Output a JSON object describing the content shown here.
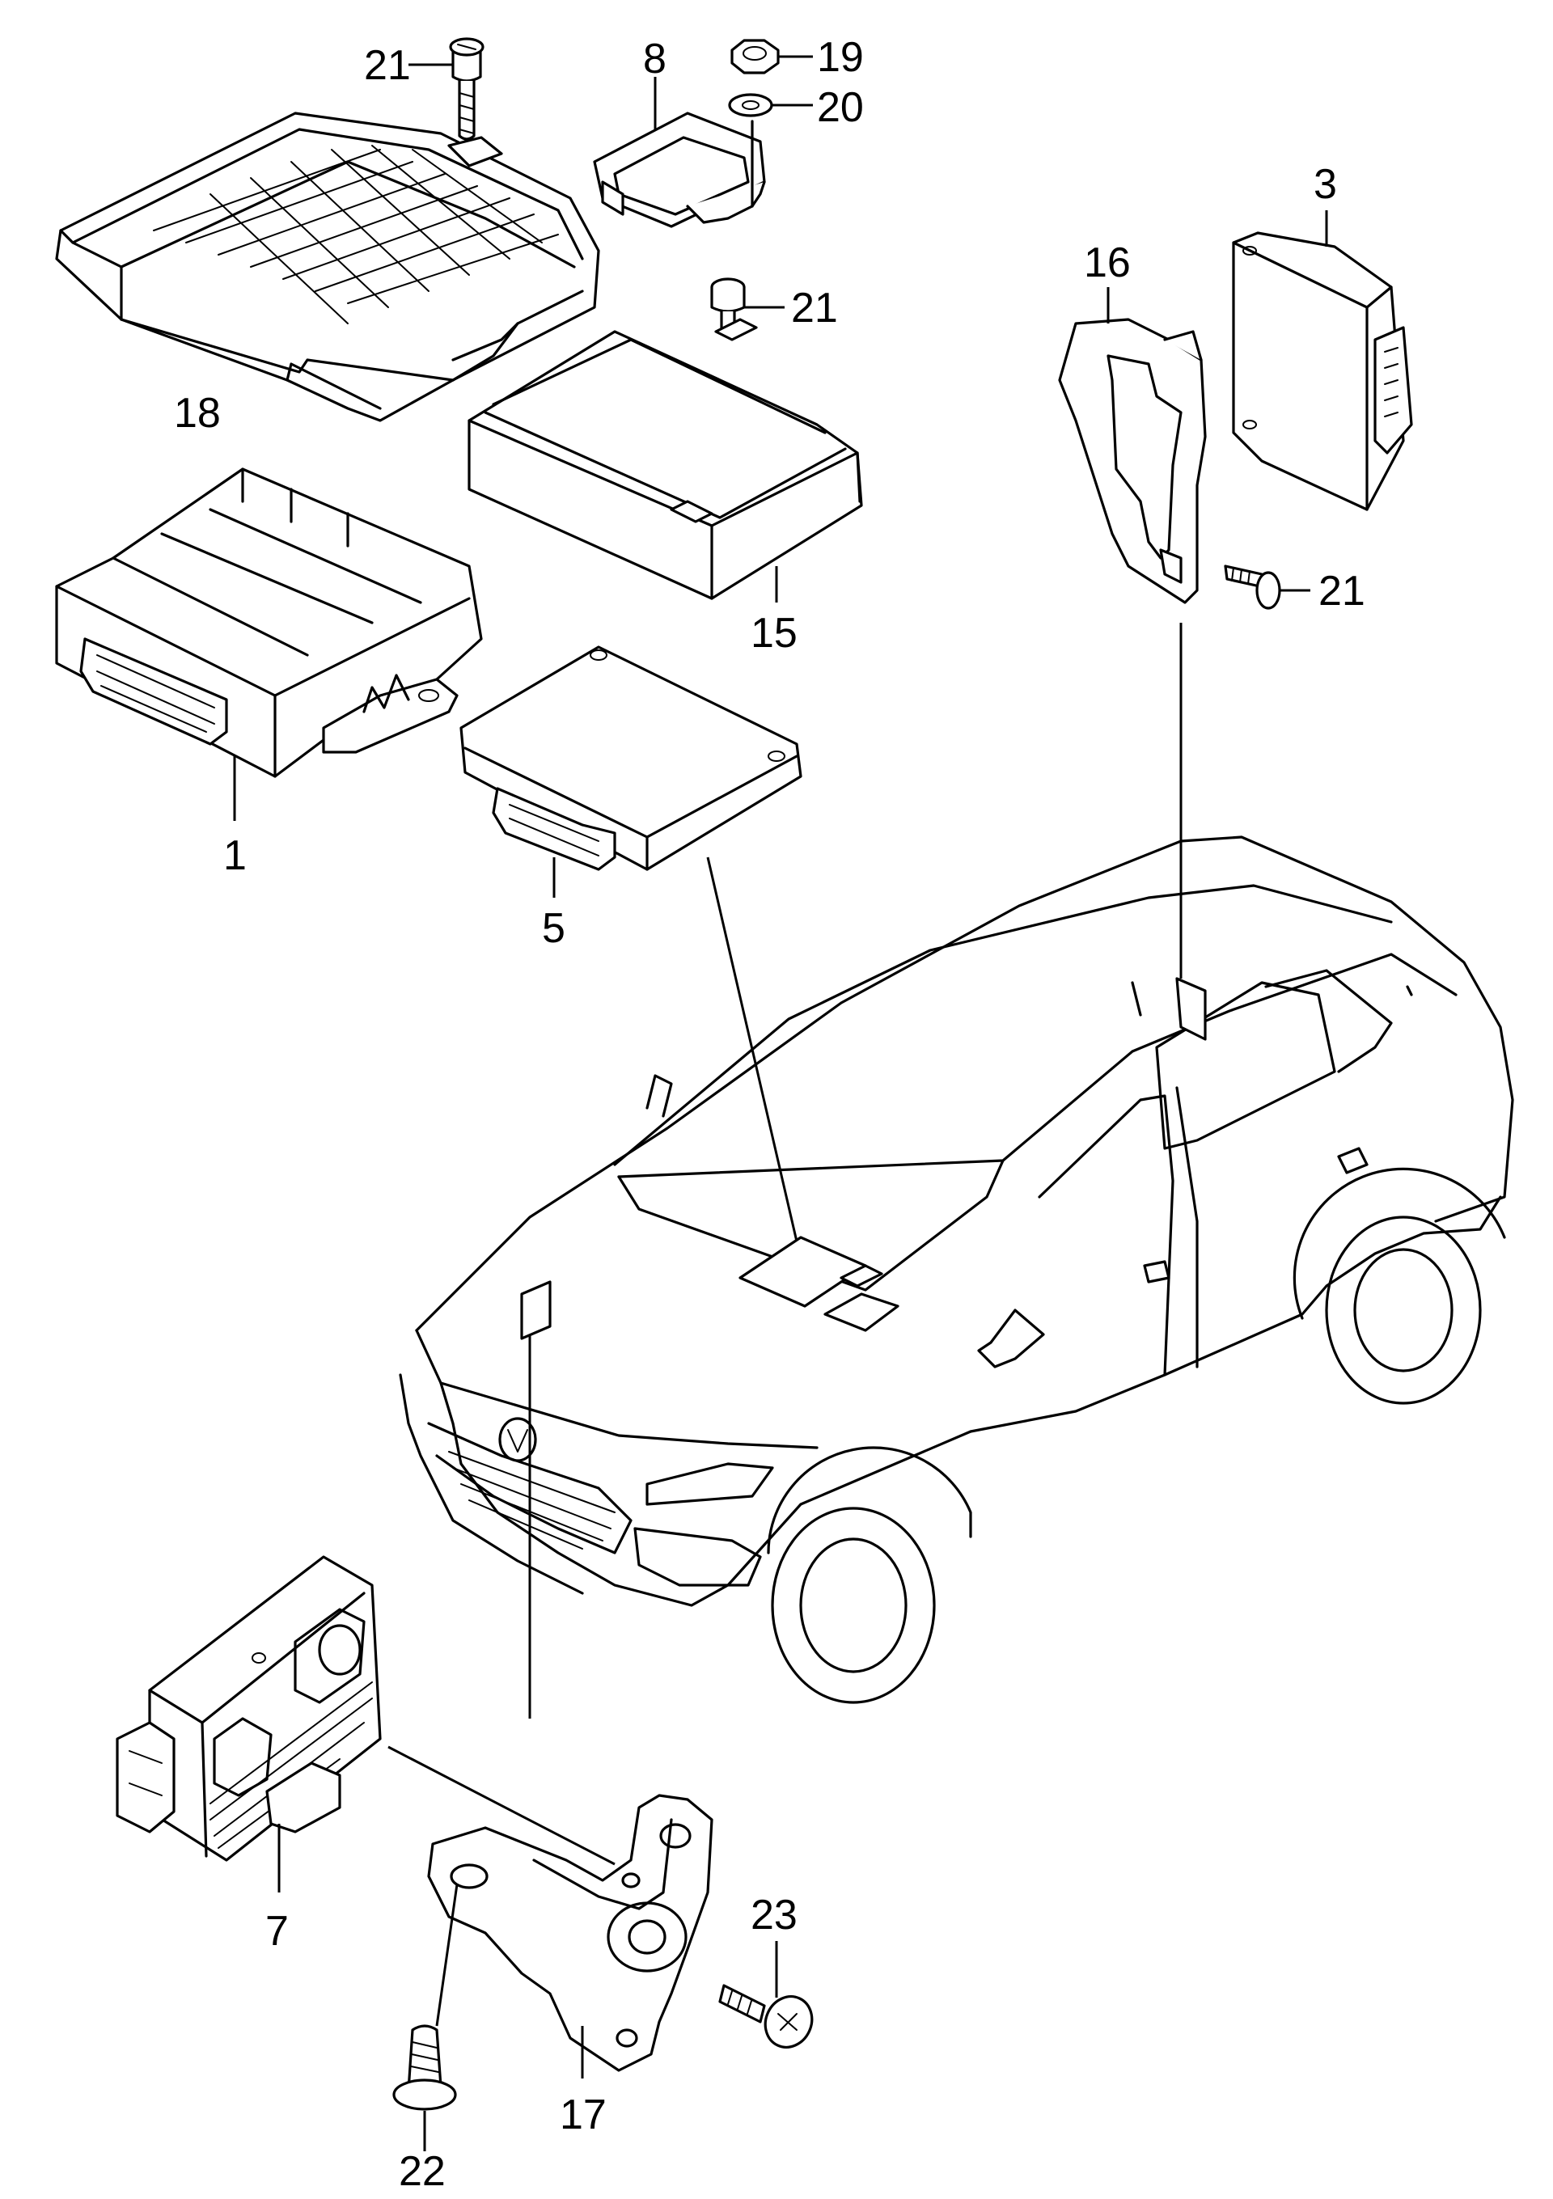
{
  "callouts": {
    "c1": "1",
    "c3": "3",
    "c5": "5",
    "c7": "7",
    "c8": "8",
    "c15": "15",
    "c16": "16",
    "c17": "17",
    "c18": "18",
    "c19": "19",
    "c20": "20",
    "c21a": "21",
    "c21b": "21",
    "c21c": "21",
    "c22": "22",
    "c23": "23"
  }
}
